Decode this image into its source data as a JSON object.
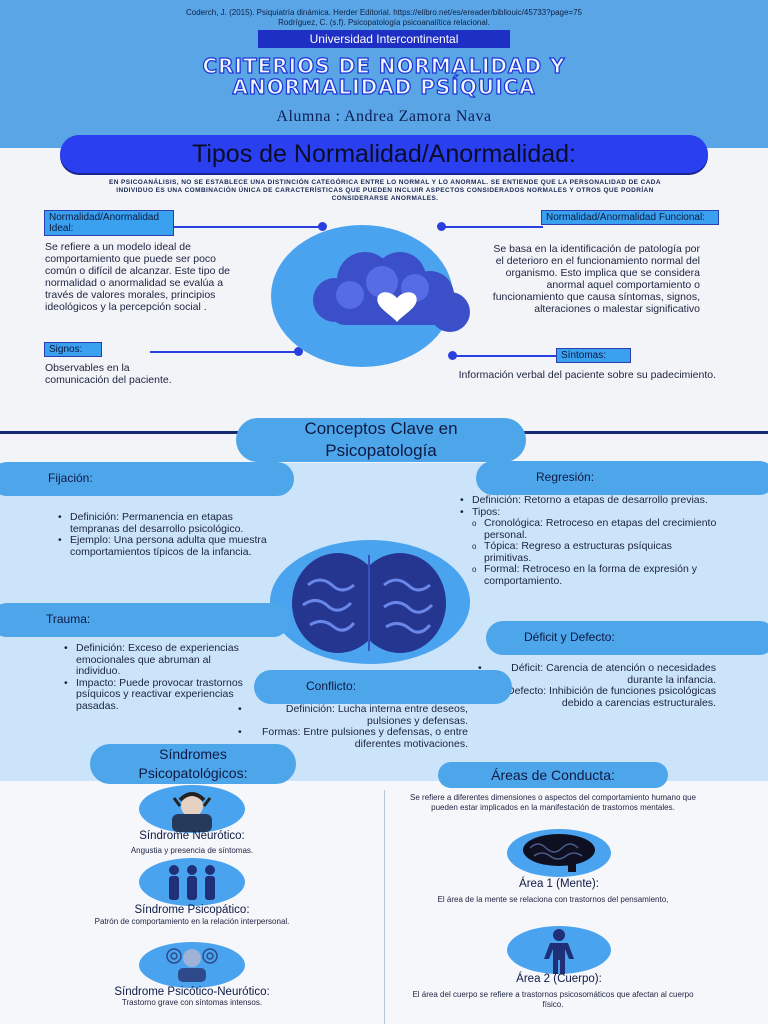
{
  "header": {
    "ref1": "Coderch, J. (2015). Psiquiatría dinámica. Herder Editorial. https://elibro.net/es/ereader/bibliouic/45733?page=75",
    "ref2": "Rodríguez, C. (s.f).  Psicopatología psicoanalítica relacional.",
    "university": "Universidad Intercontinental",
    "title_line1": "CRITERIOS DE NORMALIDAD Y",
    "title_line2": "ANORMALIDAD PSÍQUICA",
    "student": "Alumna : Andrea Zamora Nava"
  },
  "tipos": {
    "banner": "Tipos de Normalidad/Anormalidad:",
    "intro": "EN PSICOANÁLISIS, NO SE ESTABLECE UNA DISTINCIÓN CATEGÓRICA ENTRE LO NORMAL Y LO ANORMAL. SE ENTIENDE QUE LA PERSONALIDAD DE CADA INDIVIDUO ES UNA COMBINACIÓN ÚNICA DE CARACTERÍSTICAS QUE PUEDEN INCLUIR ASPECTOS CONSIDERADOS NORMALES Y OTROS QUE PODRÍAN CONSIDERARSE ANORMALES.",
    "ideal_label": "Normalidad/Anormalidad Ideal:",
    "ideal_text": "Se refiere a un modelo ideal de comportamiento que puede ser poco común o difícil de alcanzar. Este tipo de normalidad o anormalidad se evalúa a través de valores morales, principios ideológicos y la percepción social .",
    "funcional_label": "Normalidad/Anormalidad Funcional:",
    "funcional_text": "Se basa en la identificación de patología por el deterioro  en el funcionamiento normal del organismo. Esto implica que se considera anormal aquel comportamiento o funcionamiento que causa síntomas, signos, alteraciones o malestar significativo",
    "signos_label": "Signos:",
    "signos_text": "Observables en la comunicación del paciente.",
    "sintomas_label": "Síntomas:",
    "sintomas_text": "Información verbal del paciente sobre su padecimiento."
  },
  "conceptos": {
    "banner": "Conceptos Clave en Psicopatología",
    "fijacion": {
      "label": "Fijación:",
      "items": [
        "Definición: Permanencia en etapas tempranas del desarrollo psicológico.",
        "Ejemplo: Una persona adulta que muestra comportamientos típicos de la infancia."
      ]
    },
    "regresion": {
      "label": "Regresión:",
      "def": "Definición: Retorno a etapas de desarrollo previas.",
      "tipos": "Tipos:",
      "subitems": [
        "Cronológica: Retroceso en etapas del crecimiento personal.",
        "Tópica: Regreso a estructuras psíquicas primitivas.",
        "Formal: Retroceso en la forma de expresión y comportamiento."
      ]
    },
    "trauma": {
      "label": "Trauma:",
      "items": [
        "Definición: Exceso de experiencias emocionales que abruman al individuo.",
        "Impacto: Puede provocar trastornos psíquicos y reactivar experiencias pasadas."
      ]
    },
    "conflicto": {
      "label": "Conflicto:",
      "items": [
        "Definición: Lucha interna entre deseos, pulsiones y defensas.",
        "Formas: Entre pulsiones y defensas, o entre diferentes motivaciones."
      ]
    },
    "deficit": {
      "label": "Déficit y Defecto:",
      "items": [
        "Déficit: Carencia de atención o necesidades durante la infancia.",
        "Defecto: Inhibición de funciones psicológicas debido a carencias estructurales."
      ]
    }
  },
  "sindromes": {
    "banner": "Síndromes Psicopatológicos:",
    "items": [
      {
        "title": "Síndrome Neurótico:",
        "desc": "Angustia y presencia de síntomas."
      },
      {
        "title": "Síndrome Psicopático:",
        "desc": "Patrón de comportamiento en la relación interpersonal."
      },
      {
        "title": "Síndrome Psicótico-Neurótico:",
        "desc": "Trastorno grave con síntomas intensos."
      }
    ]
  },
  "areas": {
    "banner": "Áreas de Conducta:",
    "intro": "Se refiere a diferentes dimensiones o aspectos del comportamiento humano que pueden estar implicados en la manifestación de trastornos mentales.",
    "items": [
      {
        "title": "Área 1 (Mente):",
        "desc": "El área de la mente se relaciona con trastornos del pensamiento,"
      },
      {
        "title": "Área 2 (Cuerpo):",
        "desc": "El área del cuerpo se refiere a trastornos psicosomáticos que afectan al cuerpo físico."
      }
    ]
  },
  "colors": {
    "header": "#5aa5e6",
    "accent": "#2a3fe0",
    "section2": "#cbe4fa",
    "pill": "#4ea6ea",
    "dark_navy": "#152a72"
  }
}
